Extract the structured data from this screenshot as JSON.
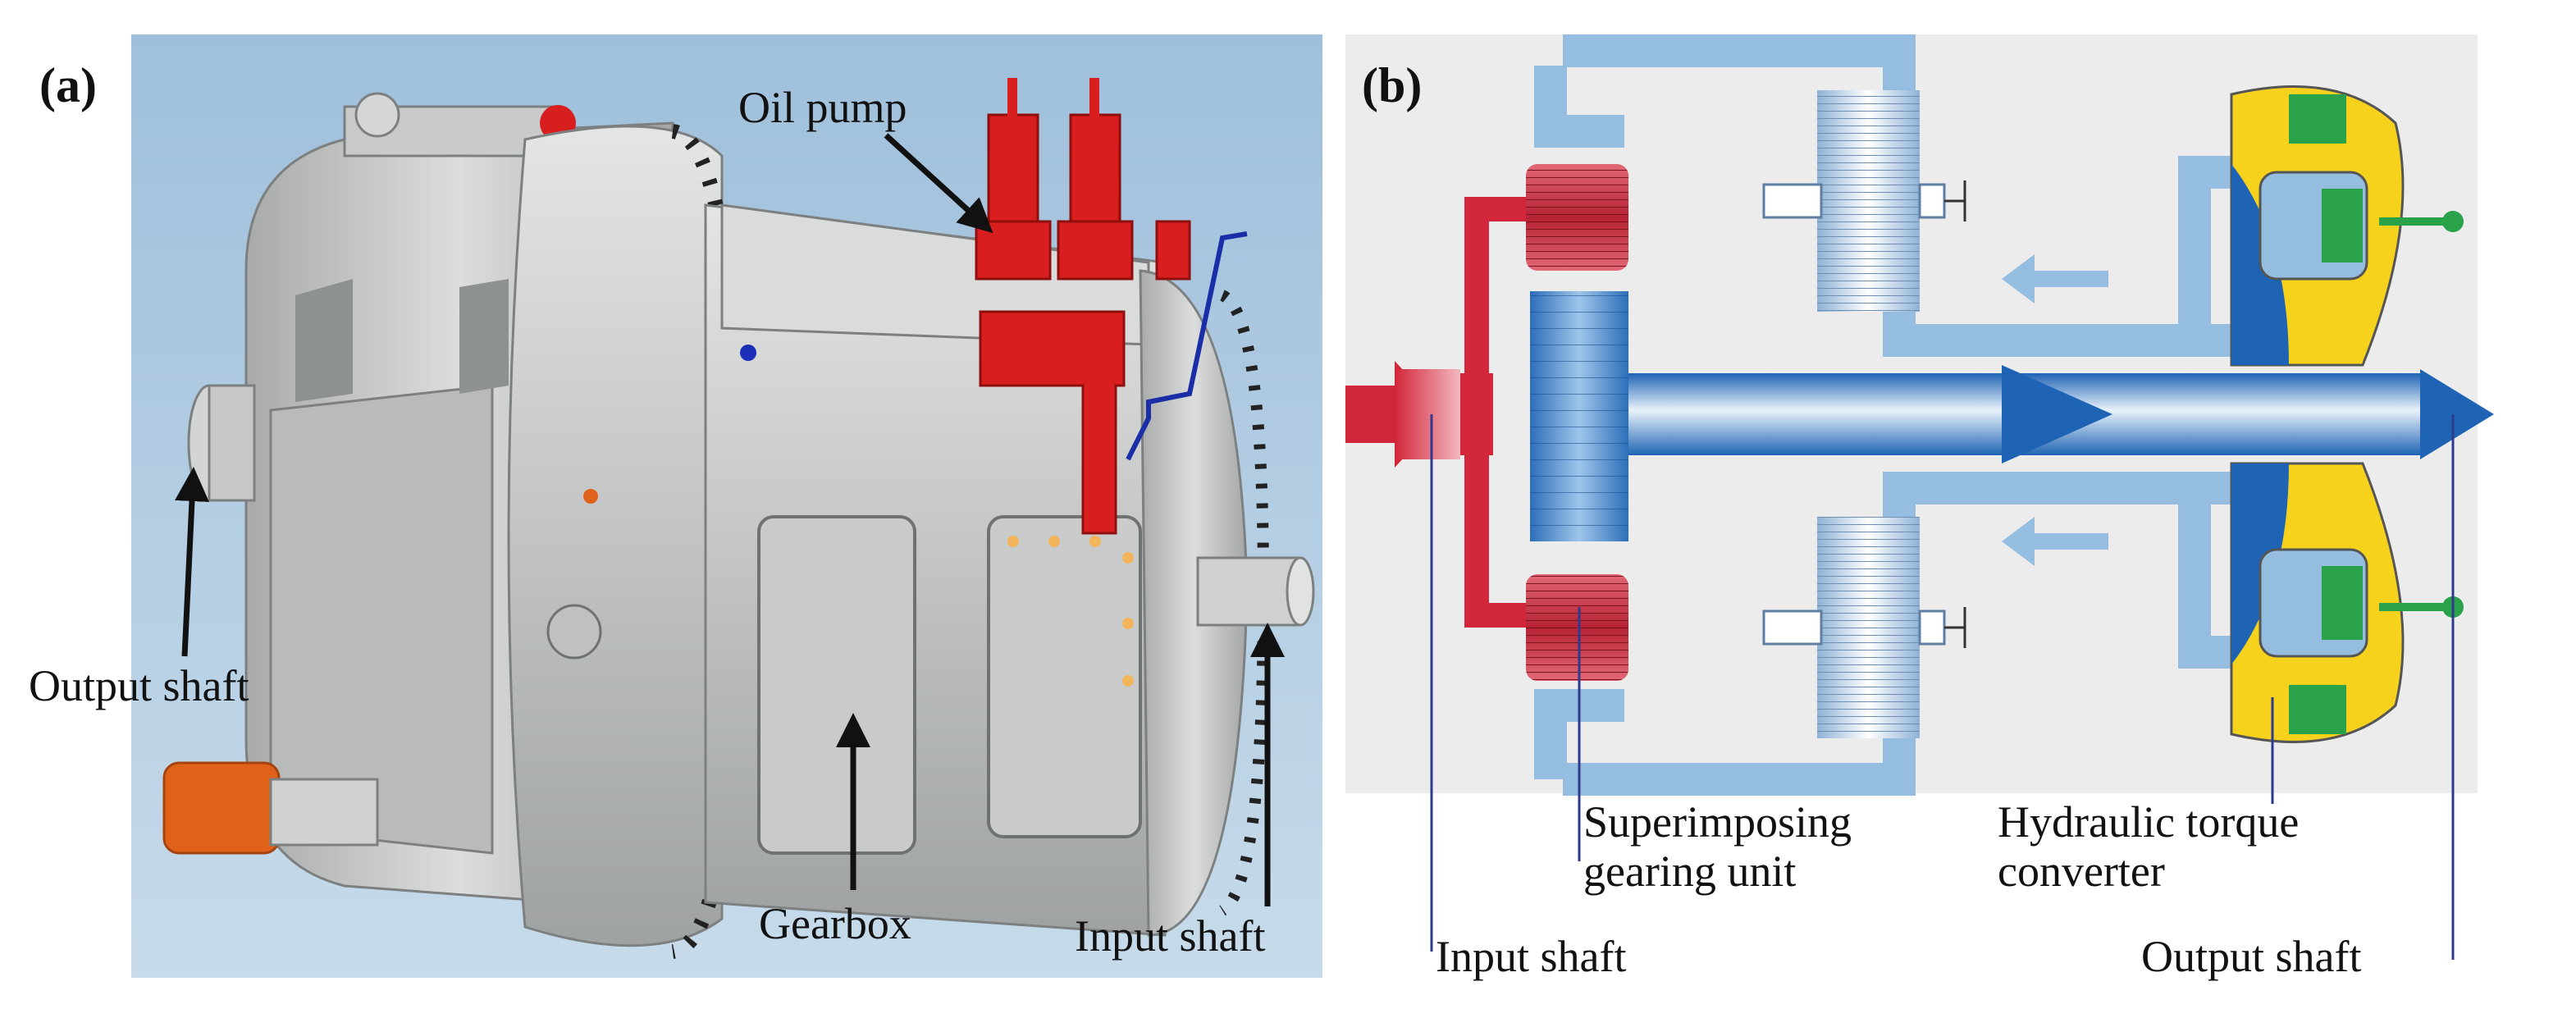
{
  "panel_a": {
    "label": "(a)",
    "annotations": {
      "oil_pump": "Oil pump",
      "output_shaft": "Output shaft",
      "gearbox": "Gearbox",
      "input_shaft": "Input shaft"
    }
  },
  "panel_b": {
    "label": "(b)",
    "annotations": {
      "superimposing_line1": "Superimposing",
      "superimposing_line2": "gearing unit",
      "torque_line1": "Hydraulic torque",
      "torque_line2": "converter",
      "input_shaft": "Input shaft",
      "output_shaft": "Output shaft"
    }
  },
  "colors": {
    "background_a": "#a9c7df",
    "background_b": "#ececec",
    "housing_gray": "#c4c6c6",
    "pump_red": "#d81e1e",
    "motor_orange": "#e0621a",
    "flow_light_blue": "#94bde0",
    "shaft_blue": "#2b79c8",
    "gear_red": "#c8303d",
    "converter_yellow": "#f6d21d",
    "converter_green": "#2aa24a"
  }
}
